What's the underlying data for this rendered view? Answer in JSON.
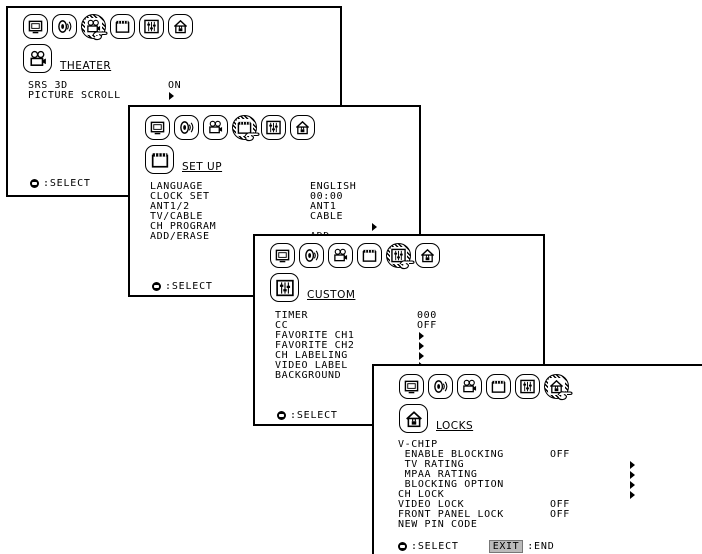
{
  "theater": {
    "title": "THEATER",
    "rows": [
      {
        "label": "SRS 3D",
        "value": "ON"
      },
      {
        "label": "PICTURE SCROLL",
        "value": "",
        "arrow": true
      }
    ],
    "footer": ":SELECT"
  },
  "setup": {
    "title": "SET UP",
    "rows": [
      {
        "label": "LANGUAGE",
        "value": "ENGLISH"
      },
      {
        "label": "CLOCK SET",
        "value": "00:00"
      },
      {
        "label": "ANT1/2",
        "value": "ANT1"
      },
      {
        "label": "TV/CABLE",
        "value": "CABLE"
      },
      {
        "label": "CH PROGRAM",
        "value": "",
        "arrow": true
      },
      {
        "label": "ADD/ERASE",
        "value": "ADD"
      }
    ],
    "footer": ":SELECT"
  },
  "custom": {
    "title": "CUSTOM",
    "rows": [
      {
        "label": "TIMER",
        "value": "000"
      },
      {
        "label": "CC",
        "value": "OFF"
      },
      {
        "label": "FAVORITE CH1",
        "value": "",
        "arrow": true
      },
      {
        "label": "FAVORITE CH2",
        "value": "",
        "arrow": true
      },
      {
        "label": "CH LABELING",
        "value": "",
        "arrow": true
      },
      {
        "label": "VIDEO LABEL",
        "value": "",
        "arrow": true
      },
      {
        "label": "BACKGROUND",
        "value": "",
        "arrow": true
      }
    ],
    "footer": ":SELECT"
  },
  "locks": {
    "title": "LOCKS",
    "rows": [
      {
        "label": "V-CHIP",
        "value": ""
      },
      {
        "label": " ENABLE BLOCKING",
        "value": "OFF"
      },
      {
        "label": " TV RATING",
        "value": "",
        "arrow": true
      },
      {
        "label": " MPAA RATING",
        "value": "",
        "arrow": true
      },
      {
        "label": " BLOCKING OPTION",
        "value": "",
        "arrow": true
      },
      {
        "label": "CH LOCK",
        "value": "",
        "arrow": true
      },
      {
        "label": "VIDEO LOCK",
        "value": "OFF"
      },
      {
        "label": "FRONT PANEL LOCK",
        "value": "OFF"
      },
      {
        "label": "NEW PIN CODE",
        "value": ""
      }
    ],
    "footer": ":SELECT",
    "exit_key": "EXIT",
    "exit_label": ":END"
  },
  "menu_icons": [
    "picture-icon",
    "audio-icon",
    "theater-icon",
    "setup-icon",
    "custom-icon",
    "locks-icon"
  ]
}
